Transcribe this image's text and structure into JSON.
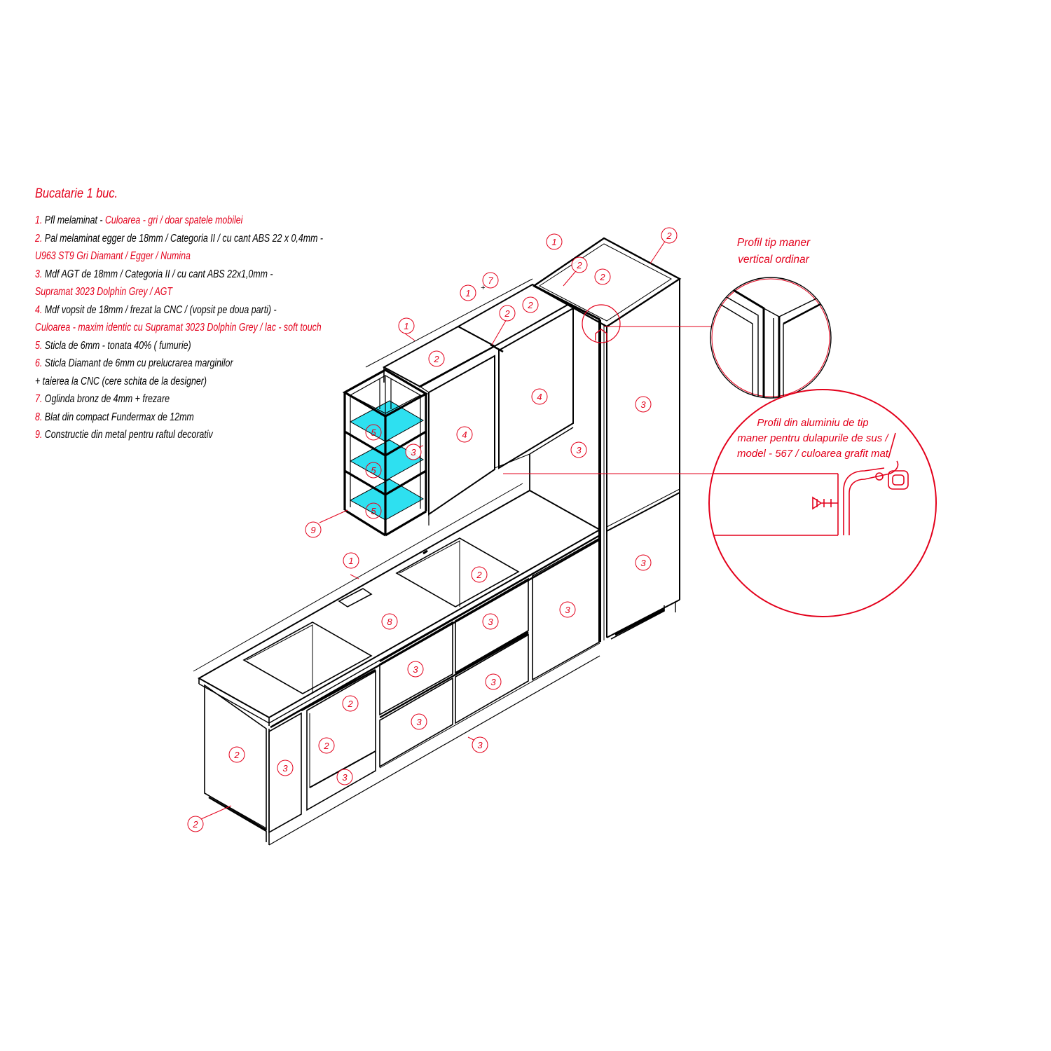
{
  "title": "Bucatarie 1 buc.",
  "legend": {
    "l1": {
      "num": "1.",
      "text": "Pfl melaminat - ",
      "color": "Culoarea - gri / doar spatele mobilei"
    },
    "l2": {
      "num": "2.",
      "text": "Pal melaminat egger de 18mm / Categoria II / cu cant ABS 22 x 0,4mm -"
    },
    "l2b": "U963 ST9 Gri Diamant / Egger / Numina",
    "l3": {
      "num": "3.",
      "text": "Mdf AGT de 18mm / Categoria II / cu cant ABS 22x1,0mm -"
    },
    "l3b": "Supramat 3023 Dolphin Grey / AGT",
    "l4": {
      "num": "4.",
      "text": "Mdf vopsit de 18mm / frezat la CNC / (vopsit pe doua parti) -"
    },
    "l4b": "Culoarea - maxim identic cu Supramat 3023 Dolphin Grey / lac - soft touch",
    "l5": {
      "num": "5.",
      "text": "Sticla de 6mm - tonata 40% ( fumurie)"
    },
    "l6": {
      "num": "6.",
      "text": "Sticla Diamant de 6mm cu prelucrarea marginilor"
    },
    "l6b": "+ taierea la CNC (cere schita de la designer)",
    "l7": {
      "num": "7.",
      "text": "Oglinda bronz de 4mm + frezare"
    },
    "l8": {
      "num": "8.",
      "text": "Blat din compact Fundermax de 12mm"
    },
    "l9": {
      "num": "9.",
      "text": "Constructie din metal pentru raftul decorativ"
    }
  },
  "callouts": {
    "vertical_profile": {
      "line1": "Profil tip maner",
      "line2": "vertical ordinar"
    },
    "aluminium_profile": {
      "line1": "Profil  din aluminiu de tip",
      "line2": "maner pentru dulapurile de  sus /",
      "line3": "model - 567 / culoarea grafit mat"
    }
  },
  "markers": {
    "m1": "1",
    "m2": "2",
    "m3": "3",
    "m4": "4",
    "m5": "5",
    "m7": "7",
    "m8": "8",
    "m9": "9",
    "plus": "+"
  },
  "colors": {
    "red": "#e3001b",
    "line": "#000000",
    "glass": "#2ee0f0"
  }
}
